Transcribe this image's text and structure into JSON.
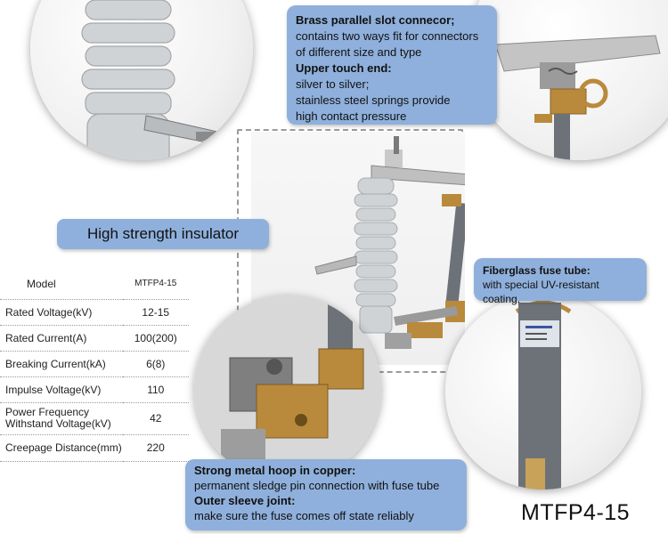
{
  "callouts": {
    "brass": {
      "title1": "Brass parallel slot connecor;",
      "line1": "contains two ways fit for connectors",
      "line2": "of different size and type",
      "title2": "Upper touch end:",
      "line3": "silver to silver;",
      "line4": "stainless steel springs provide",
      "line5": "high contact pressure"
    },
    "insulator": {
      "title": "High strength insulator"
    },
    "fiberglass": {
      "title": "Fiberglass fuse tube:",
      "line1": "with special UV-resistant coating."
    },
    "hoop": {
      "title1": "Strong metal hoop in copper:",
      "line1": "permanent sledge pin connection with fuse tube",
      "title2": "Outer sleeve joint:",
      "line2": "make sure the fuse comes off state reliably"
    }
  },
  "specs": {
    "header": {
      "label": "Model",
      "value": "MTFP4-15"
    },
    "rows": [
      {
        "label": "Rated Voltage(kV)",
        "value": "12-15"
      },
      {
        "label": "Rated Current(A)",
        "value": "100(200)"
      },
      {
        "label": "Breaking Current(kA)",
        "value": "6(8)"
      },
      {
        "label": "Impulse Voltage(kV)",
        "value": "110"
      },
      {
        "label": "Power Frequency Withstand Voltage(kV)",
        "value": "42"
      },
      {
        "label": "Creepage Distance(mm)",
        "value": "220"
      }
    ]
  },
  "model_title": "MTFP4-15",
  "colors": {
    "callout_bg": "#8fb0dc",
    "porcelain": "#cfd3d6",
    "brass": "#b98a3c",
    "tube": "#6d7278"
  }
}
